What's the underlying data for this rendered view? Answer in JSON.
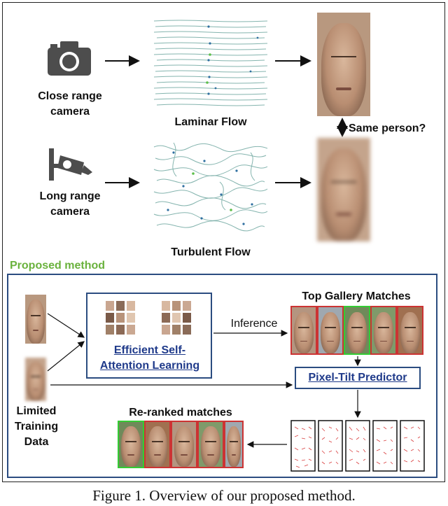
{
  "top": {
    "close_range_label_1": "Close range",
    "close_range_label_2": "camera",
    "long_range_label_1": "Long range",
    "long_range_label_2": "camera",
    "laminar_label": "Laminar Flow",
    "turbulent_label": "Turbulent Flow",
    "same_person_label": "Same person?"
  },
  "method": {
    "section_title": "Proposed method",
    "inference_label": "Inference",
    "top_gallery_label": "Top Gallery Matches",
    "esa_label_1": "Efficient Self-",
    "esa_label_2": "Attention Learning",
    "pixel_tilt_label": "Pixel-Tilt Predictor",
    "limited_label_1": "Limited",
    "limited_label_2": "Training",
    "limited_label_3": "Data",
    "reranked_label": "Re-ranked matches"
  },
  "caption": "Figure 1. Overview of our proposed method.",
  "colors": {
    "green_title": "#6ab23d",
    "box_border": "#2b4c80",
    "match_red": "#cc3333",
    "match_green": "#33cc33",
    "link_blue": "#1f3a8a"
  }
}
